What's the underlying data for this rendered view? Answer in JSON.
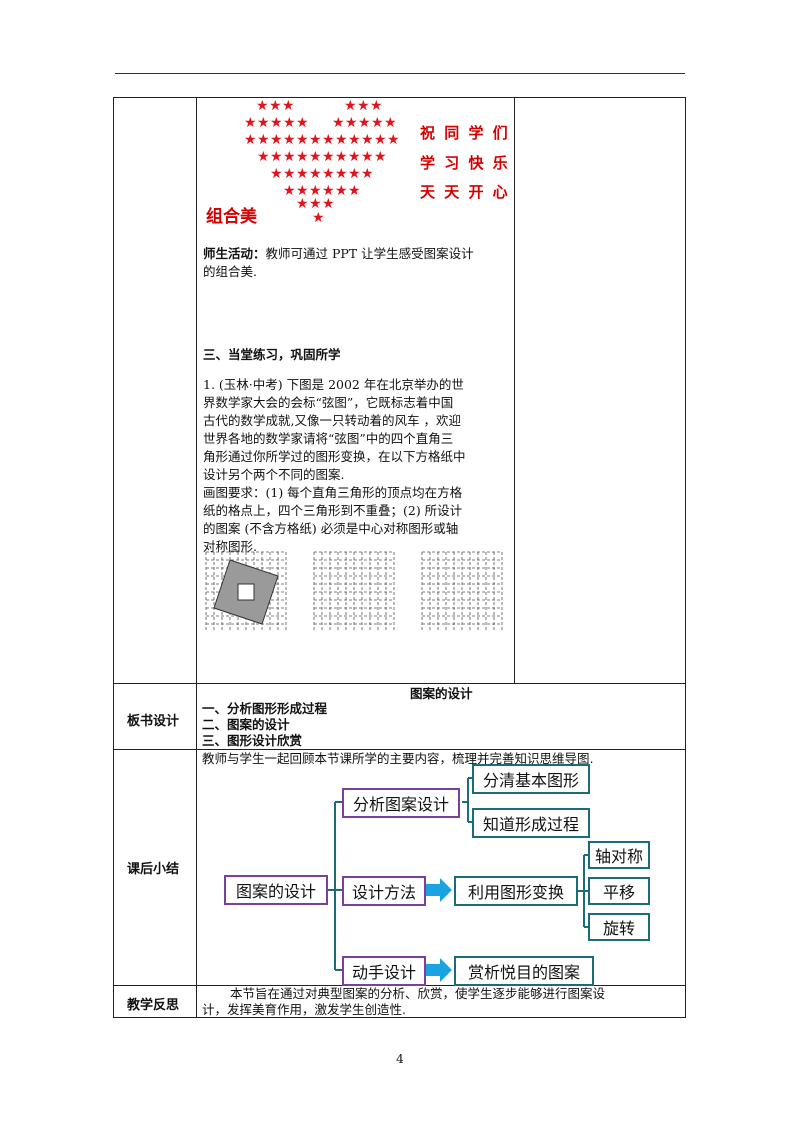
{
  "hearts_text": {
    "label": "组合美",
    "lines": [
      "祝 同 学 们",
      "学 习 快 乐",
      "天 天 开 心"
    ]
  },
  "activity": {
    "label": "师生活动：",
    "text1": "教师可通过 PPT 让学生感受图案设计",
    "text2": "的组合美."
  },
  "section3": {
    "heading": "三、当堂练习，巩固所学",
    "lines": [
      "1. (玉林·中考) 下图是 2002 年在北京举办的世",
      "界数学家大会的会标“弦图”，它既标志着中国",
      "古代的数学成就,又像一只转动着的风车 ，欢迎",
      "世界各地的数学家请将“弦图”中的四个直角三",
      "角形通过你所学过的图形变换，在以下方格纸中",
      "设计另个两个不同的图案.",
      "画图要求：(1) 每个直角三角形的顶点均在方格",
      "纸的格点上，四个三角形到不重叠；(2) 所设计",
      "的图案 (不含方格纸) 必须是中心对称图形或轴",
      "对称图形."
    ]
  },
  "board": {
    "label": "板书设计",
    "title": "图案的设计",
    "items": [
      "一、分析图形形成过程",
      "二、图案的设计",
      "三、图形设计欣赏"
    ]
  },
  "summary": {
    "label": "课后小结",
    "intro": "教师与学生一起回顾本节课所学的主要内容，梳理并完善知识思维导图.",
    "root": "图案的设计",
    "b1": "分析图案设计",
    "b1a": "分清基本图形",
    "b1b": "知道形成过程",
    "b2": "设计方法",
    "b2t": "利用图形变换",
    "b2a": "轴对称",
    "b2b": "平移",
    "b2c": "旋转",
    "b3": "动手设计",
    "b3t": "赏析悦目的图案"
  },
  "reflection": {
    "label": "教学反思",
    "line1": "本节旨在通过对典型图案的分析、欣赏，使学生逐步能够进行图案设",
    "line2": "计，发挥美育作用，激发学生创造性."
  },
  "page_number": "4",
  "colors": {
    "star_red": "#e0141c",
    "purple": "#7b3f9e",
    "teal": "#1a6d78",
    "arrow_blue": "#19a3e0"
  }
}
